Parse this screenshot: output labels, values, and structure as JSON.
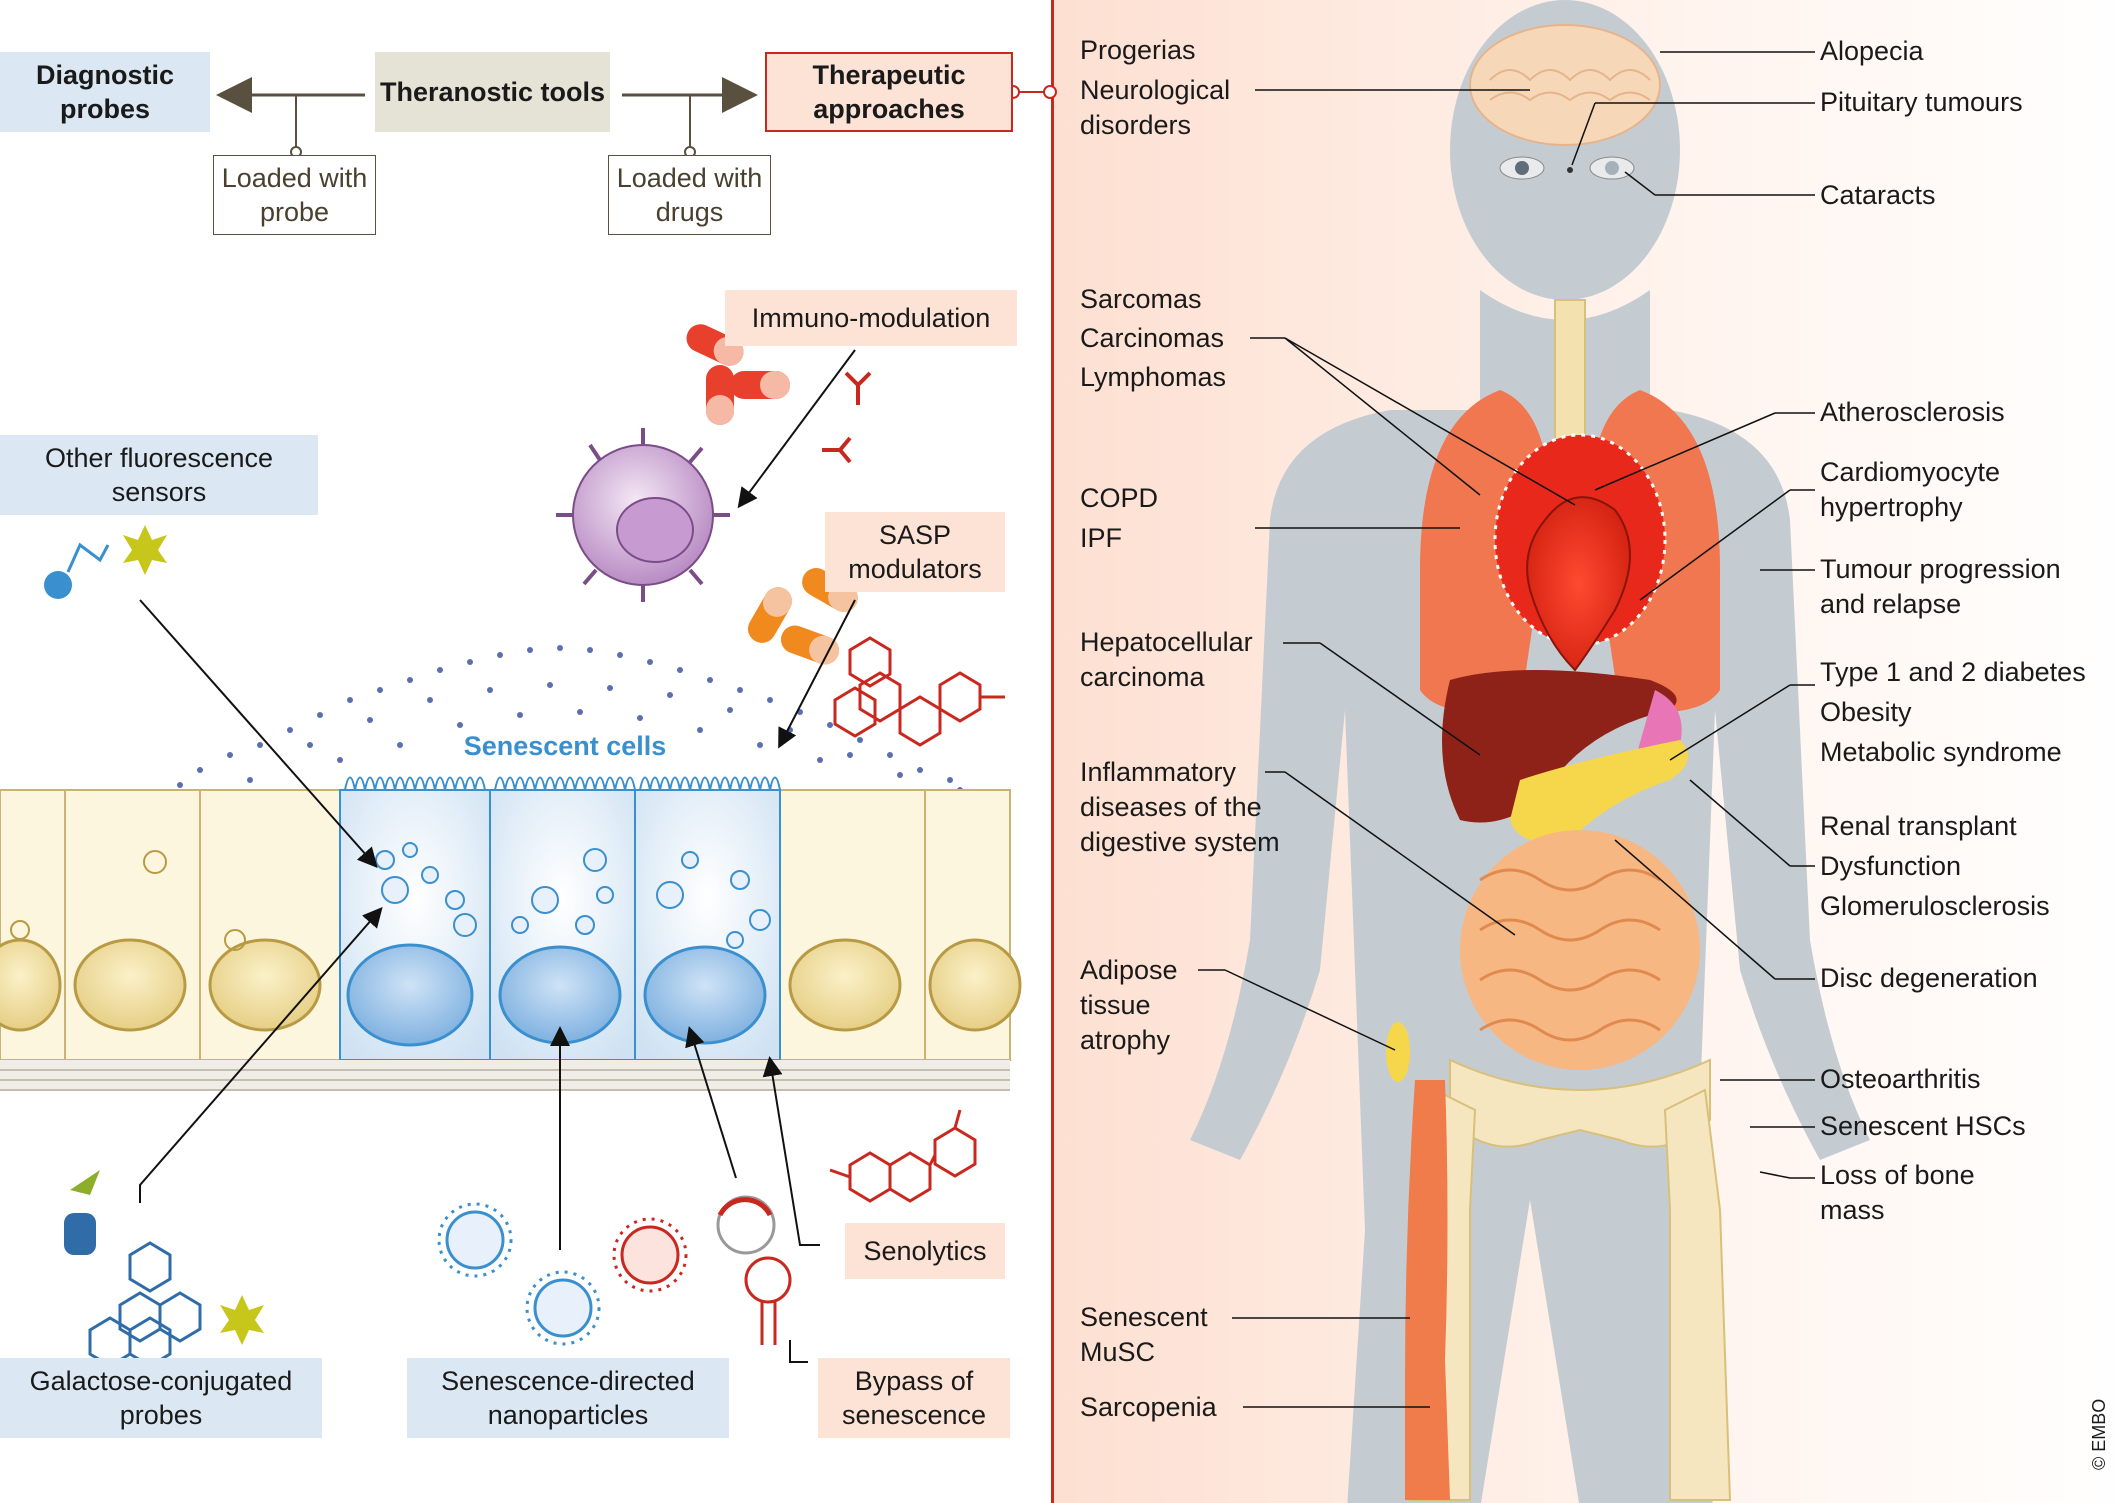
{
  "top": {
    "diagnostic_probes": "Diagnostic probes",
    "theranostic_tools": "Theranostic tools",
    "therapeutic_approaches": "Therapeutic approaches",
    "loaded_with_probe": "Loaded with probe",
    "loaded_with_drugs": "Loaded with drugs"
  },
  "left": {
    "immuno_modulation": "Immuno-modulation",
    "other_fluorescence_sensors": "Other fluorescence sensors",
    "sasp_modulators": "SASP modulators",
    "senescent_cells": "Senescent cells",
    "senolytics": "Senolytics",
    "galactose_conjugated_probes": "Galactose-conjugated probes",
    "senescence_directed_nanoparticles": "Senescence-directed nanoparticles",
    "bypass_of_senescence": "Bypass of senescence"
  },
  "body_left_labels": [
    "Progerias",
    "Neurological disorders",
    "Sarcomas",
    "Carcinomas",
    "Lymphomas",
    "COPD",
    "IPF",
    "Hepatocellular carcinoma",
    "Inflammatory diseases of the digestive system",
    "Adipose tissue atrophy",
    "Senescent MuSC",
    "Sarcopenia"
  ],
  "body_right_labels": [
    "Alopecia",
    "Pituitary tumours",
    "Cataracts",
    "Atherosclerosis",
    "Cardiomyocyte hypertrophy",
    "Tumour progression and relapse",
    "Type 1 and 2 diabetes",
    "Obesity",
    "Metabolic syndrome",
    "Renal transplant",
    "Dysfunction",
    "Glomerulosclerosis",
    "Disc degeneration",
    "Osteoarthritis",
    "Senescent HSCs",
    "Loss of bone mass"
  ],
  "copyright": "© EMBO",
  "colors": {
    "diag_box": "#dbe8f3",
    "thera_box": "#e4e3d5",
    "therapeutic_box": "#fde3d6",
    "accent_red": "#c9281f",
    "senescent_blue": "#3a8fcf",
    "body_gray": "#c5ccd1"
  }
}
